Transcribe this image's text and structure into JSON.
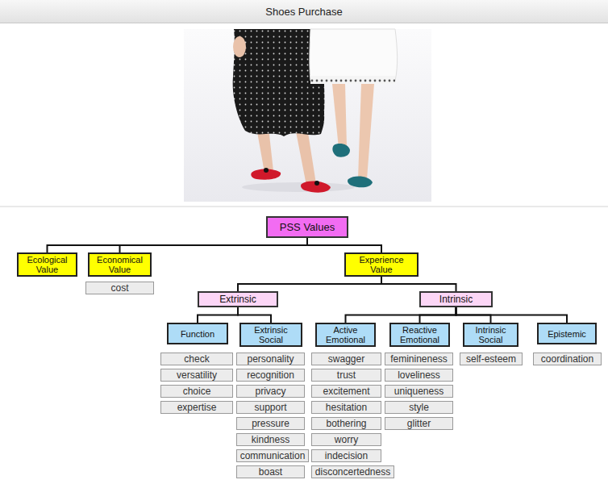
{
  "diagram": {
    "title": "Shoes Purchase",
    "nodes": [
      {
        "text": [
          "PSS Values"
        ]
      },
      {
        "text": [
          "Ecological Value"
        ]
      },
      {
        "text": [
          "Economical Value"
        ]
      },
      {
        "text": [
          "Experience Value"
        ]
      },
      {
        "text": [
          "cost"
        ]
      },
      {
        "text": [
          "Extrinsic"
        ]
      },
      {
        "text": [
          "Intrinsic"
        ]
      },
      {
        "text": [
          "Function"
        ]
      },
      {
        "text": [
          "Extrinsic Social"
        ]
      },
      {
        "text": [
          "Active Emotional"
        ]
      },
      {
        "text": [
          "Reactive Emotional"
        ]
      },
      {
        "text": [
          "Intrinsic Social"
        ]
      },
      {
        "text": [
          "Epistemic"
        ]
      },
      {
        "text": [
          "check"
        ]
      },
      {
        "text": [
          "versatility"
        ]
      },
      {
        "text": [
          "choice"
        ]
      },
      {
        "text": [
          "expertise"
        ]
      },
      {
        "text": [
          "personality"
        ]
      },
      {
        "text": [
          "recognition"
        ]
      },
      {
        "text": [
          "privacy"
        ]
      },
      {
        "text": [
          "support"
        ]
      },
      {
        "text": [
          "pressure"
        ]
      },
      {
        "text": [
          "kindness"
        ]
      },
      {
        "text": [
          "communication"
        ]
      },
      {
        "text": [
          "boast"
        ]
      },
      {
        "text": [
          "swagger"
        ]
      },
      {
        "text": [
          "trust"
        ]
      },
      {
        "text": [
          "excitement"
        ]
      },
      {
        "text": [
          "hesitation"
        ]
      },
      {
        "text": [
          "bothering"
        ]
      },
      {
        "text": [
          "worry"
        ]
      },
      {
        "text": [
          "indecision"
        ]
      },
      {
        "text": [
          "disconcertedness"
        ]
      },
      {
        "text": [
          "feminineness"
        ]
      },
      {
        "text": [
          "loveliness"
        ]
      },
      {
        "text": [
          "uniqueness"
        ]
      },
      {
        "text": [
          "style"
        ]
      },
      {
        "text": [
          "glitter"
        ]
      },
      {
        "text": [
          "self-esteem"
        ]
      },
      {
        "text": [
          "coordination"
        ]
      }
    ],
    "edges": [
      {
        "from": 0,
        "to": 1,
        "arrow": "none"
      },
      {
        "from": 0,
        "to": 2,
        "arrow": "none"
      },
      {
        "from": 0,
        "to": 3,
        "arrow": "none"
      },
      {
        "from": 3,
        "to": 5,
        "arrow": "none"
      },
      {
        "from": 3,
        "to": 6,
        "arrow": "none"
      },
      {
        "from": 5,
        "to": 7,
        "arrow": "none"
      },
      {
        "from": 5,
        "to": 8,
        "arrow": "none"
      },
      {
        "from": 6,
        "to": 9,
        "arrow": "none"
      },
      {
        "from": 6,
        "to": 10,
        "arrow": "none"
      },
      {
        "from": 6,
        "to": 11,
        "arrow": "none"
      },
      {
        "from": 6,
        "to": 12,
        "arrow": "none"
      }
    ]
  }
}
